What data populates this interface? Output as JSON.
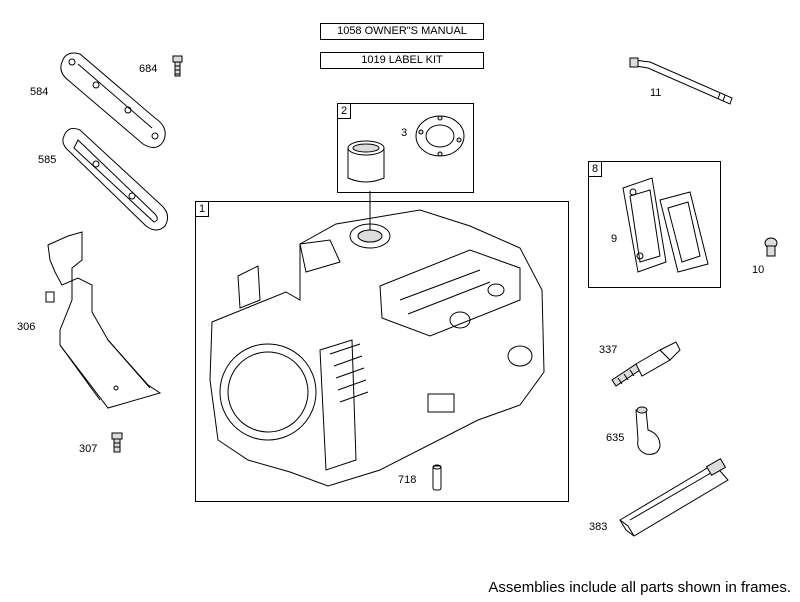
{
  "doc_boxes": {
    "manual": "1058 OWNER\"S MANUAL",
    "label_kit": "1019 LABEL KIT"
  },
  "frames": {
    "cylinder": "1",
    "bushing": "2",
    "breather": "8"
  },
  "parts": {
    "p584": "584",
    "p684": "684",
    "p585": "585",
    "p306": "306",
    "p307": "307",
    "p3": "3",
    "p11": "11",
    "p9": "9",
    "p10": "10",
    "p337": "337",
    "p635": "635",
    "p383": "383",
    "p718": "718"
  },
  "caption": "Assemblies include all parts shown in frames."
}
